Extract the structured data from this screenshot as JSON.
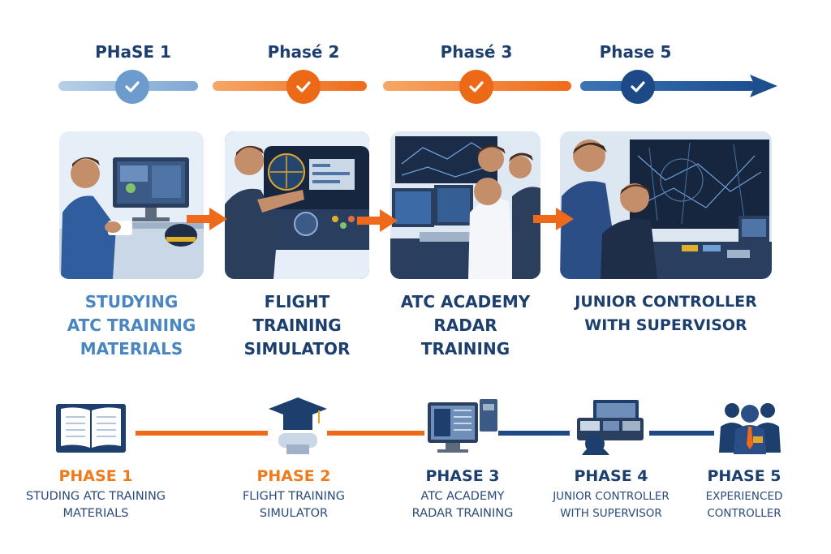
{
  "colors": {
    "navy": "#1d3f6e",
    "light_blue": "#5b8fc4",
    "orange": "#ee6a1a",
    "dark_blue": "#1f4f8f"
  },
  "top_phases": [
    {
      "title": "PHaSE 1",
      "status": "check"
    },
    {
      "title": "Phasé 2",
      "status": "check"
    },
    {
      "title": "Phasé 3",
      "status": "check"
    },
    {
      "title": "Phase 5",
      "status": "check"
    }
  ],
  "panels": [
    {
      "caption": [
        "STUDYING",
        "ATC TRAINING",
        "MATERIALS"
      ],
      "scene": "student-at-desk"
    },
    {
      "caption": [
        "FLIGHT",
        "TRAINING",
        "SIMULATOR"
      ],
      "scene": "flight-simulator"
    },
    {
      "caption": [
        "ATC ACADEMY",
        "RADAR",
        "TRAINING"
      ],
      "scene": "radar-training"
    },
    {
      "caption": [
        "JUNIOR CONTROLLER",
        "WITH SUPERVISOR"
      ],
      "scene": "supervised-control"
    }
  ],
  "timeline": [
    {
      "phase": "PHASE 1",
      "desc": [
        "STUDING ATC TRAINING",
        "MATERIALS"
      ],
      "icon": "book-icon"
    },
    {
      "phase": "PHASE 2",
      "desc": [
        "FLIGHT TRAINING",
        "SIMULATOR"
      ],
      "icon": "graduation-cap-icon"
    },
    {
      "phase": "PHASE 3",
      "desc": [
        "ATC ACADEMY",
        "RADAR TRAINING"
      ],
      "icon": "computer-icon"
    },
    {
      "phase": "PHASE 4",
      "desc": [
        "JUNIOR CONTROLLER",
        "WITH SUPERVISOR"
      ],
      "icon": "control-desk-icon"
    },
    {
      "phase": "PHASE 5",
      "desc": [
        "EXPERIENCED",
        "CONTROLLER"
      ],
      "icon": "team-icon"
    }
  ]
}
